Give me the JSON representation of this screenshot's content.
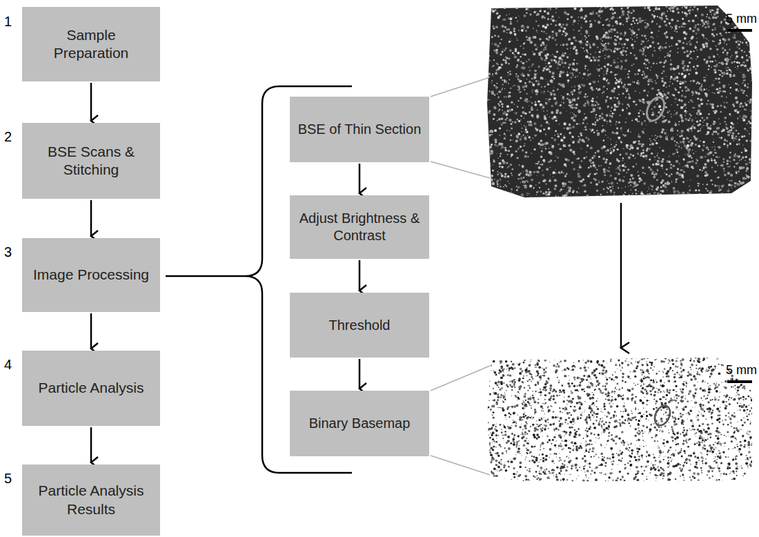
{
  "diagram": {
    "nodes": [
      {
        "text": [
          "Sample Preparation"
        ]
      },
      {
        "text": [
          "BSE Scans & Stitching"
        ]
      },
      {
        "text": [
          "Image Processing"
        ]
      },
      {
        "text": [
          "Particle Analysis"
        ]
      },
      {
        "text": [
          "Particle Analysis Results"
        ]
      },
      {
        "text": [
          "BSE of Thin Section"
        ]
      },
      {
        "text": [
          "Adjust Brightness & Contrast"
        ]
      },
      {
        "text": [
          "Threshold"
        ]
      },
      {
        "text": [
          "Binary Basemap"
        ]
      }
    ],
    "edges": [
      {
        "from": 0,
        "to": 1,
        "arrow": "to"
      },
      {
        "from": 1,
        "to": 2,
        "arrow": "to"
      },
      {
        "from": 2,
        "to": 3,
        "arrow": "to"
      },
      {
        "from": 3,
        "to": 4,
        "arrow": "to"
      },
      {
        "from": 5,
        "to": 6,
        "arrow": "to"
      },
      {
        "from": 6,
        "to": 7,
        "arrow": "to"
      },
      {
        "from": 7,
        "to": 8,
        "arrow": "to"
      }
    ],
    "labels": [
      "1",
      "2",
      "3",
      "4",
      "5",
      "5 mm",
      "5 mm"
    ]
  }
}
